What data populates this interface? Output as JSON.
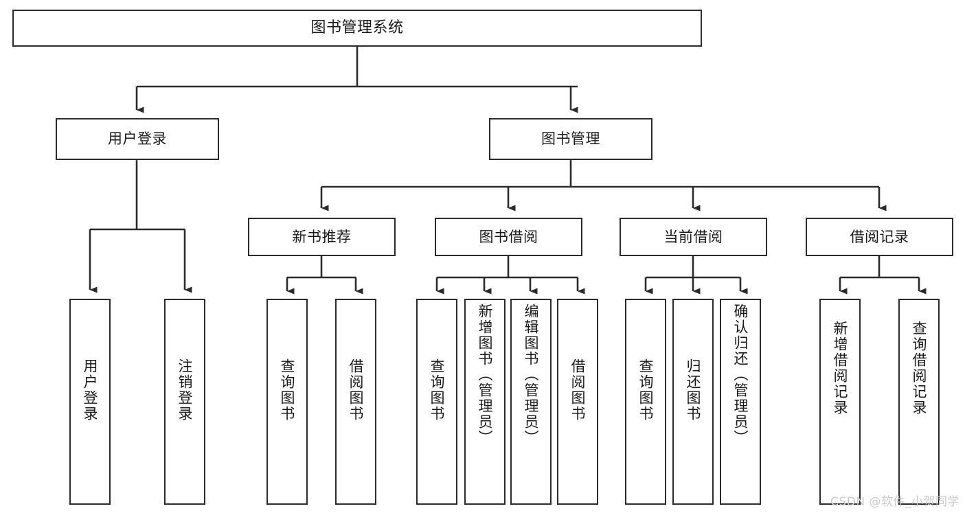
{
  "diagram": {
    "title": "图书管理系统",
    "type": "tree-hierarchy",
    "watermark": "CSDN @软件_小贺同学",
    "colors": {
      "stroke": "#2b2b2b",
      "fill": "#ffffff",
      "text": "#1a1a1a",
      "watermark": "#c9c9c9"
    },
    "nodes": {
      "root": "图书管理系统",
      "level1": [
        "用户登录",
        "图书管理"
      ],
      "level2": [
        "新书推荐",
        "图书借阅",
        "当前借阅",
        "借阅记录"
      ],
      "leaves": {
        "user_login": [
          "用户登录",
          "注销登录"
        ],
        "new_book_rec": [
          "查询图书",
          "借阅图书"
        ],
        "book_borrow": [
          "查询图书",
          "新增图书（管理员）",
          "编辑图书（管理员）",
          "借阅图书"
        ],
        "current_borrow": [
          "查询图书",
          "归还图书",
          "确认归还（管理员）"
        ],
        "borrow_record": [
          "新增借阅记录",
          "查询借阅记录"
        ]
      }
    }
  }
}
